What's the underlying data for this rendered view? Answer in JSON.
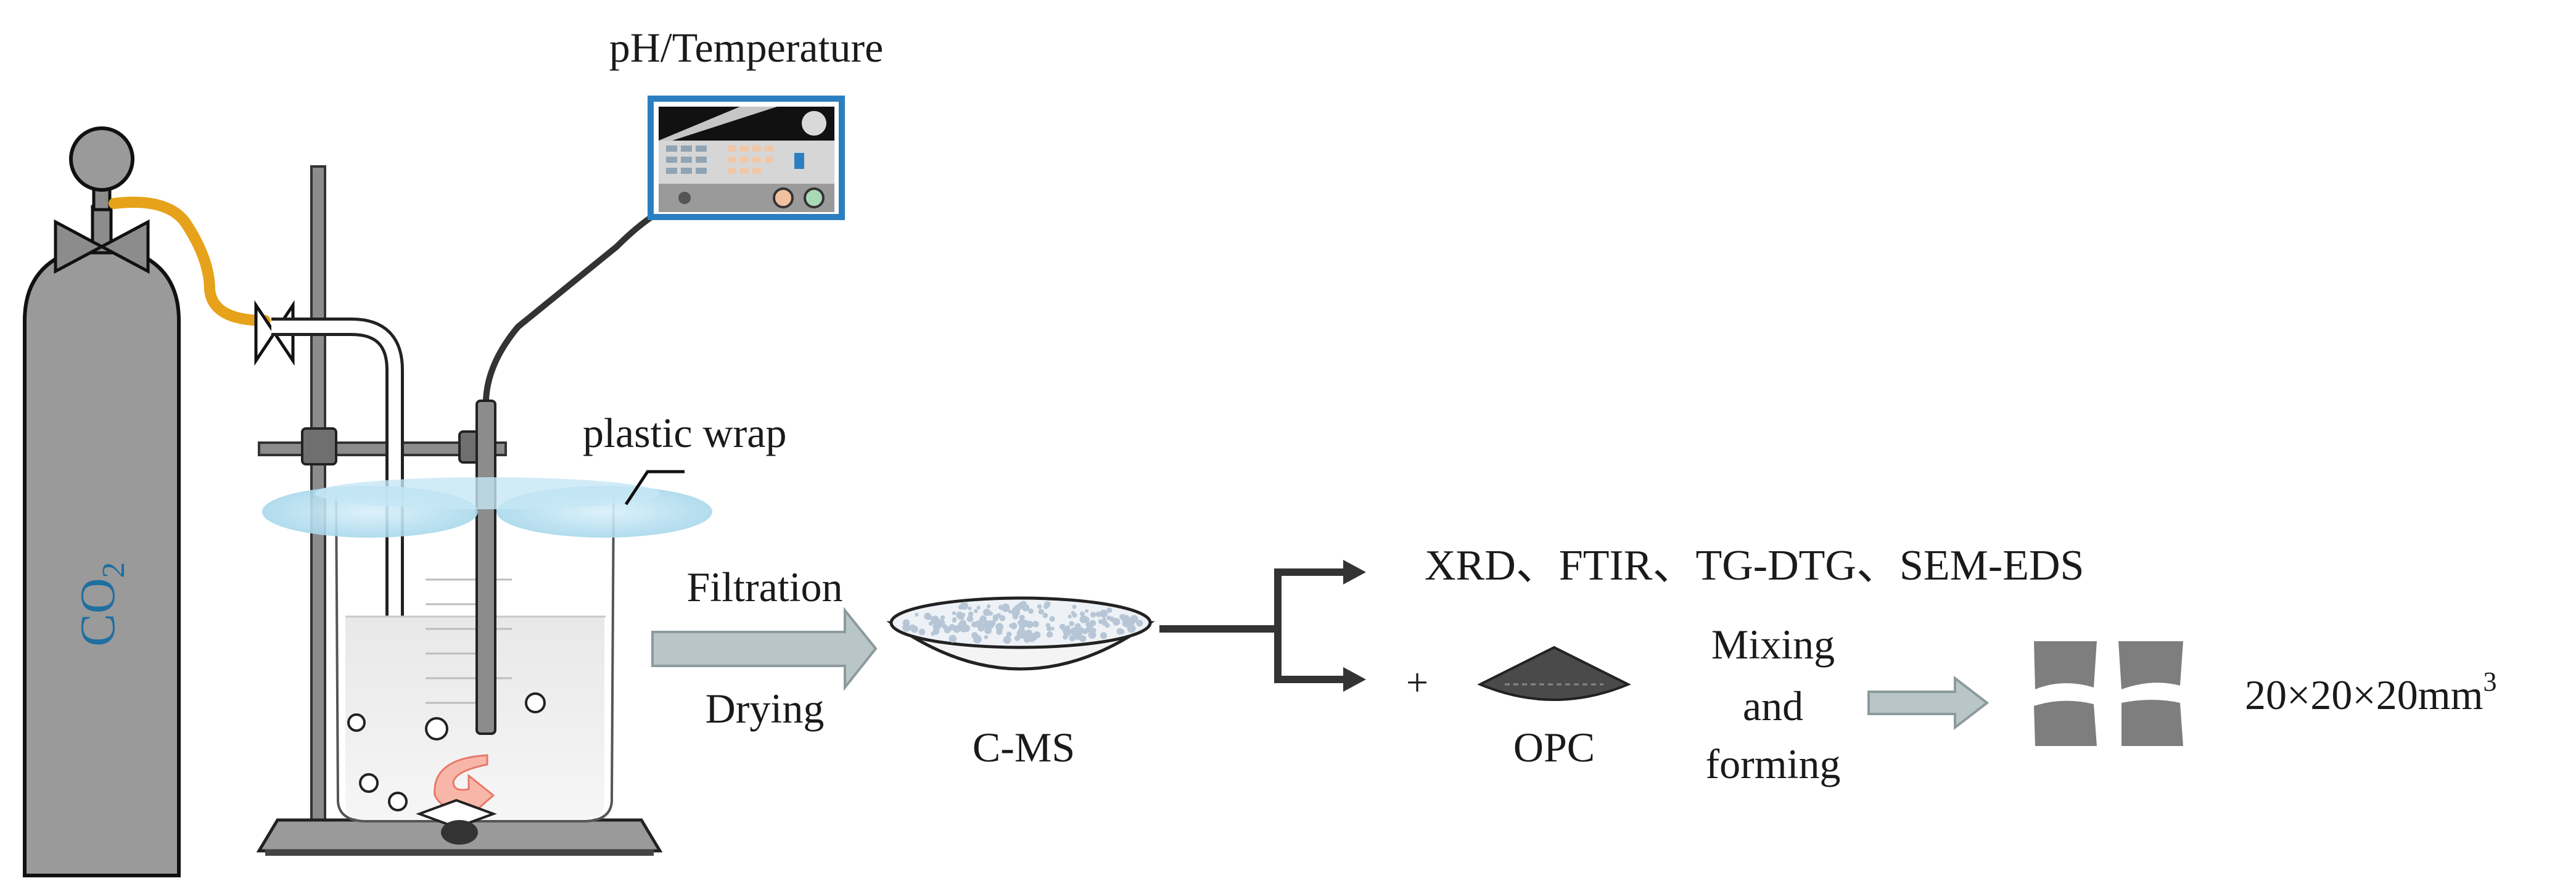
{
  "labels": {
    "meter": "pH/Temperature",
    "wrap": "plastic wrap",
    "gas_main": "CO",
    "gas_sub": "2",
    "filtration": "Filtration",
    "drying": "Drying",
    "product": "C-MS",
    "analysis": "XRD、FTIR、TG-DTG、SEM-EDS",
    "plus": "+",
    "cement": "OPC",
    "mix1": "Mixing",
    "mix2": "and",
    "mix3": "forming",
    "size_main": "20×20×20mm",
    "size_sup": "3"
  },
  "colors": {
    "cylinder": "#9a9a9a",
    "hose": "#e6a21a",
    "meter_border": "#2b7fc1",
    "wrap": "#bfe3f2",
    "arrow": "#b8c6c8",
    "dark": "#2a2a2a"
  }
}
